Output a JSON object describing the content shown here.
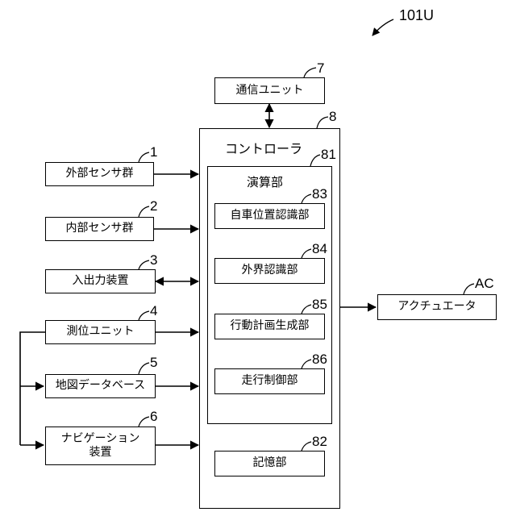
{
  "figure_ref": "101U",
  "comm_unit": {
    "label": "通信ユニット",
    "ref": "7"
  },
  "controller": {
    "label": "コントローラ",
    "ref": "8",
    "arithmetic": {
      "label": "演算部",
      "ref": "81"
    },
    "modules": [
      {
        "label": "自車位置認識部",
        "ref": "83"
      },
      {
        "label": "外界認識部",
        "ref": "84"
      },
      {
        "label": "行動計画生成部",
        "ref": "85"
      },
      {
        "label": "走行制御部",
        "ref": "86"
      }
    ],
    "storage": {
      "label": "記憶部",
      "ref": "82"
    }
  },
  "inputs": [
    {
      "label": "外部センサ群",
      "ref": "1"
    },
    {
      "label": "内部センサ群",
      "ref": "2"
    },
    {
      "label": "入出力装置",
      "ref": "3"
    },
    {
      "label": "測位ユニット",
      "ref": "4"
    },
    {
      "label": "地図データベース",
      "ref": "5"
    },
    {
      "label": "ナビゲーション\n装置",
      "ref": "6"
    }
  ],
  "actuator": {
    "label": "アクチュエータ",
    "ref": "AC"
  }
}
